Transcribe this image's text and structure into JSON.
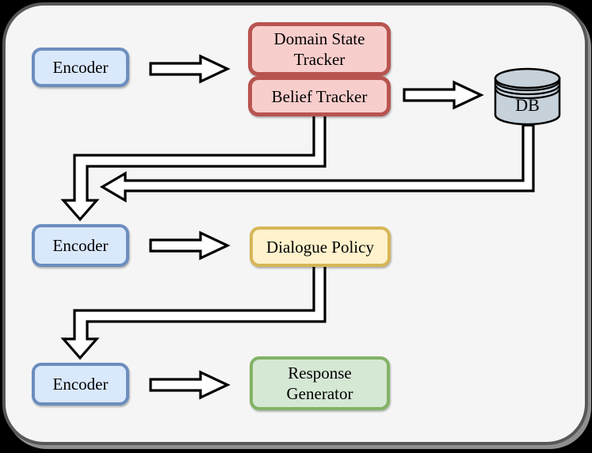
{
  "canvas": {
    "page_background": "#000000",
    "surface_fill": "#f5f5f5",
    "frame_border": "#575757"
  },
  "nodes": {
    "encoder1": {
      "label": "Encoder",
      "fill": "#dae8fc",
      "border": "#6c8ebf"
    },
    "domain_state_tracker": {
      "label": "Domain State Tracker",
      "fill": "#f8cecc",
      "border": "#b85450"
    },
    "belief_tracker": {
      "label": "Belief Tracker",
      "fill": "#f8cecc",
      "border": "#b85450"
    },
    "db": {
      "label": "DB",
      "fill": "#c6d1da",
      "border": "#000000",
      "shape": "cylinder"
    },
    "encoder2": {
      "label": "Encoder",
      "fill": "#dae8fc",
      "border": "#6c8ebf"
    },
    "dialogue_policy": {
      "label": "Dialogue Policy",
      "fill": "#fff2cc",
      "border": "#d6b656"
    },
    "encoder3": {
      "label": "Encoder",
      "fill": "#dae8fc",
      "border": "#6c8ebf"
    },
    "response_generator": {
      "label": "Response Generator",
      "fill": "#d5e8d4",
      "border": "#82b366"
    }
  },
  "edges": [
    {
      "from": "encoder1",
      "to": "domain_state_tracker_belief_tracker",
      "type": "block-arrow",
      "direction": "right"
    },
    {
      "from": "belief_tracker",
      "to": "db",
      "type": "block-arrow",
      "direction": "right"
    },
    {
      "from": "belief_tracker",
      "to": "encoder2",
      "type": "elbow-block-arrow",
      "direction": "down-left-down"
    },
    {
      "from": "db",
      "to": "encoder2_path_merge",
      "type": "elbow-block-arrow",
      "direction": "down-left"
    },
    {
      "from": "encoder2",
      "to": "dialogue_policy",
      "type": "block-arrow",
      "direction": "right"
    },
    {
      "from": "dialogue_policy",
      "to": "encoder3",
      "type": "elbow-block-arrow",
      "direction": "down-left-down"
    },
    {
      "from": "encoder3",
      "to": "response_generator",
      "type": "block-arrow",
      "direction": "right"
    }
  ]
}
